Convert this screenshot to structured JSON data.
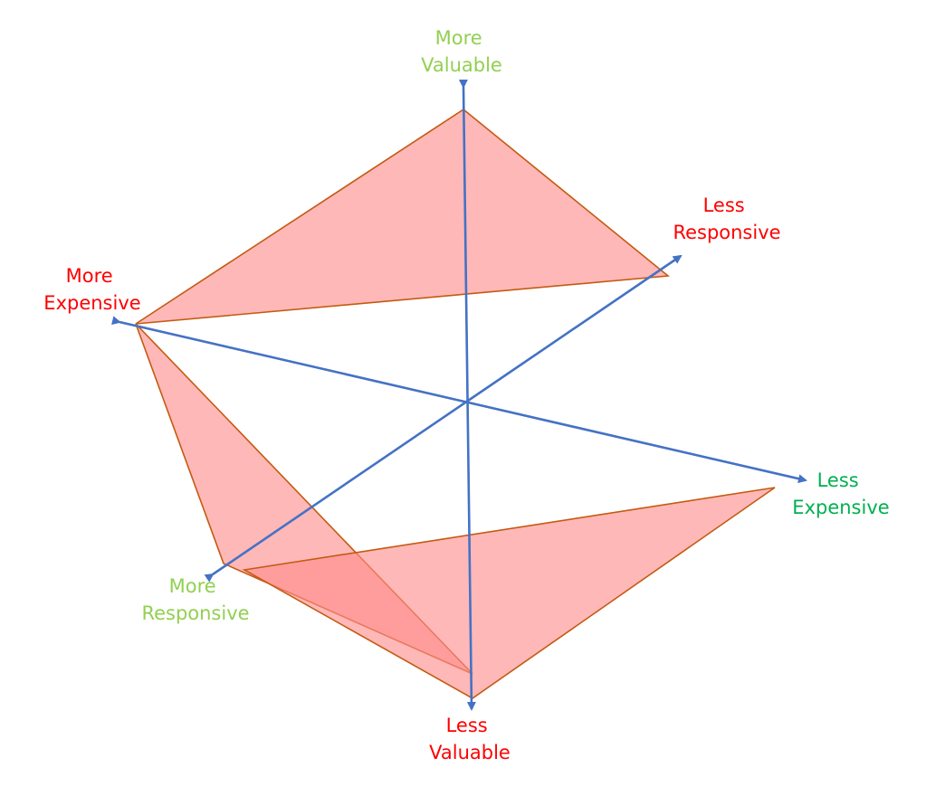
{
  "diagram": {
    "axes": [
      {
        "id": "valuable",
        "positive_label": [
          "More",
          "Valuable"
        ],
        "negative_label": [
          "Less",
          "Valuable"
        ]
      },
      {
        "id": "expensive",
        "positive_label": [
          "More",
          "Expensive"
        ],
        "negative_label": [
          "Less",
          "Expensive"
        ]
      },
      {
        "id": "responsive",
        "positive_label": [
          "More",
          "Responsive"
        ],
        "negative_label": [
          "Less",
          "Responsive"
        ]
      }
    ],
    "colors": {
      "axis": "#4472C4",
      "triangle_fill": "#FF8C8C",
      "triangle_stroke": "#C55A11",
      "label_good": "#92D050",
      "label_bad": "#FF0000",
      "label_good_strong": "#00B050"
    }
  }
}
